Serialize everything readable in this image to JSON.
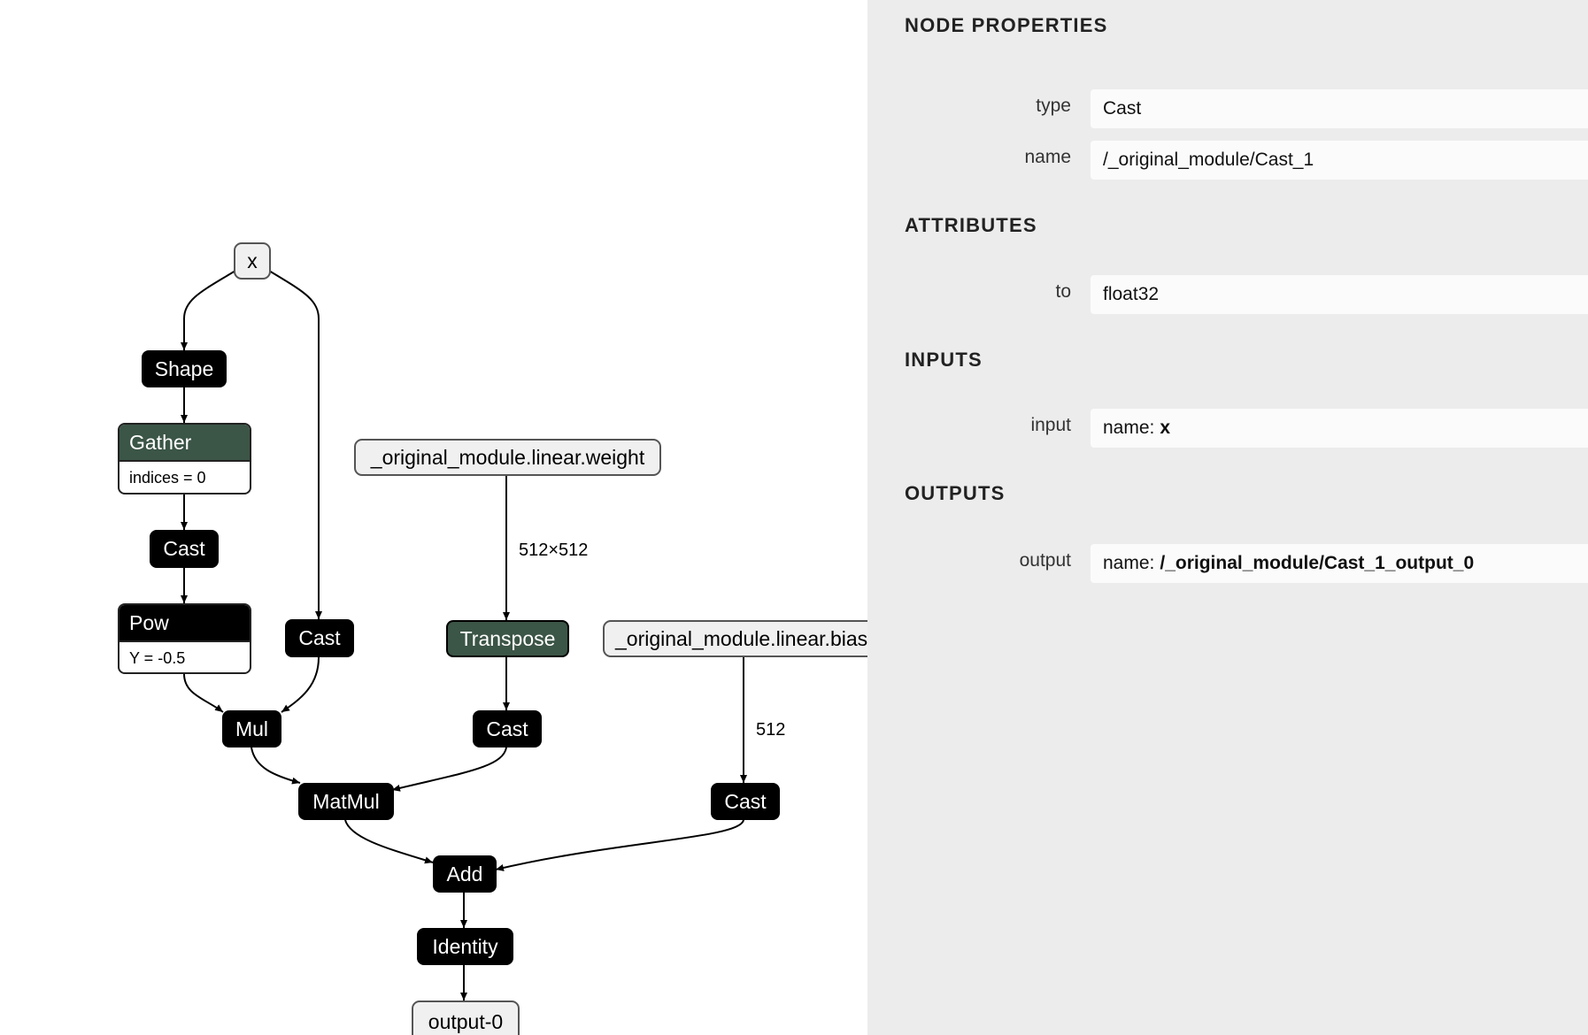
{
  "graph": {
    "nodes": {
      "x": "x",
      "shape": "Shape",
      "gather": "Gather",
      "gather_attr": "indices = 0",
      "cast_a": "Cast",
      "pow": "Pow",
      "pow_attr": "Y = -0.5",
      "cast_b": "Cast",
      "weight": "_original_module.linear.weight",
      "transpose": "Transpose",
      "bias": "_original_module.linear.bias",
      "cast_c": "Cast",
      "mul": "Mul",
      "cast_d": "Cast",
      "matmul": "MatMul",
      "add": "Add",
      "identity": "Identity",
      "output": "output-0"
    },
    "edge_labels": {
      "weight_shape": "512×512",
      "bias_shape": "512"
    },
    "colors": {
      "op_fill": "#000000",
      "highlight_fill": "#3b5546",
      "io_fill": "#f0f0f0"
    }
  },
  "panel": {
    "title": "NODE PROPERTIES",
    "type_label": "type",
    "type_value": "Cast",
    "name_label": "name",
    "name_value": "/_original_module/Cast_1",
    "attributes_title": "ATTRIBUTES",
    "to_label": "to",
    "to_value": "float32",
    "inputs_title": "INPUTS",
    "input_label": "input",
    "input_prefix": "name:",
    "input_name": "x",
    "outputs_title": "OUTPUTS",
    "output_label": "output",
    "output_prefix": "name:",
    "output_name": "/_original_module/Cast_1_output_0"
  }
}
